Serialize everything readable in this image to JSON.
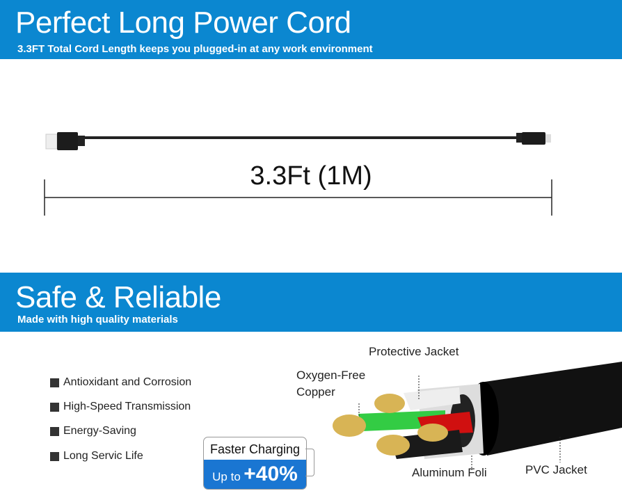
{
  "section1": {
    "title": "Perfect Long Power Cord",
    "subtitle": "3.3FT Total Cord Length keeps you plugged-in at any work environment",
    "length_label": "3.3Ft (1M)"
  },
  "section2": {
    "title": "Safe & Reliable",
    "subtitle": "Made with high quality materials",
    "features": [
      "Antioxidant and Corrosion",
      "High-Speed Transmission",
      "Energy-Saving",
      "Long Servic Life"
    ],
    "badge": {
      "top": "Faster Charging",
      "prefix": "Up to",
      "value": "+40%"
    },
    "labels": {
      "protective": "Protective Jacket",
      "copper_line1": "Oxygen-Free",
      "copper_line2": "Copper",
      "foil": "Aluminum Foli",
      "pvc": "PVC Jacket"
    }
  },
  "colors": {
    "band": "#0b87d0",
    "badge": "#1a76d2"
  }
}
